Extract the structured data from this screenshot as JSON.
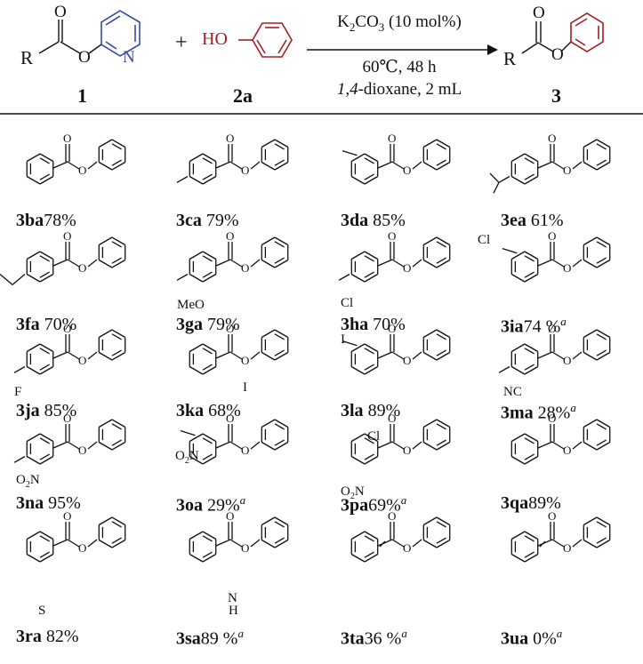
{
  "scheme": {
    "reagent1_label": "1",
    "reagent2_label": "2a",
    "product_label": "3",
    "plus": "+",
    "reagent2_fragment": "HO",
    "atom_R": "R",
    "atom_O": "O",
    "atom_N": "N",
    "cond_base": "K",
    "cond_base_sub": "2",
    "cond_base_tail": "CO",
    "cond_base_sub2": "3",
    "cond_base_amount": " (10 mol%)",
    "cond_temp_time": "60℃, 48 h",
    "cond_solvent_italic": "1,4",
    "cond_solvent_rest": "-dioxane, 2 mL"
  },
  "entries": [
    {
      "id": "3ba",
      "yield": "78%",
      "note": ""
    },
    {
      "id": "3ca",
      "yield": " 79%",
      "note": ""
    },
    {
      "id": "3da",
      "yield": " 85%",
      "note": ""
    },
    {
      "id": "3ea",
      "yield": " 61%",
      "note": ""
    },
    {
      "id": "3fa",
      "yield": " 70%",
      "note": ""
    },
    {
      "id": "3ga",
      "yield": " 79%",
      "note": ""
    },
    {
      "id": "3ha",
      "yield": " 70%",
      "note": ""
    },
    {
      "id": "3ia",
      "yield": "74 %",
      "note": "a"
    },
    {
      "id": "3ja",
      "yield": " 85%",
      "note": ""
    },
    {
      "id": "3ka",
      "yield": " 68%",
      "note": ""
    },
    {
      "id": "3la",
      "yield": " 89%",
      "note": ""
    },
    {
      "id": "3ma",
      "yield": " 28%",
      "note": "a"
    },
    {
      "id": "3na",
      "yield": " 95%",
      "note": ""
    },
    {
      "id": "3oa",
      "yield": " 29%",
      "note": "a"
    },
    {
      "id": "3pa",
      "yield": "69%",
      "note": "a"
    },
    {
      "id": "3qa",
      "yield": "89%",
      "note": ""
    },
    {
      "id": "3ra",
      "yield": " 82%",
      "note": ""
    },
    {
      "id": "3sa",
      "yield": "89 %",
      "note": "a"
    },
    {
      "id": "3ta",
      "yield": "36 %",
      "note": "a"
    },
    {
      "id": "3ua",
      "yield": " 0%",
      "note": "a"
    }
  ],
  "substituents": {
    "methoxy": "MeO",
    "chloro": "Cl",
    "fluoro": "F",
    "iodo": "I",
    "cyano": "NC",
    "nitro_a": "O",
    "nitro_sub": "2",
    "nitro_b": "N",
    "indole_nh": "N",
    "indole_h": "H",
    "thiophene_s": "S"
  },
  "colors": {
    "pyridine": "#3a4aa0",
    "phenol": "#a32020",
    "ink": "#111111"
  }
}
